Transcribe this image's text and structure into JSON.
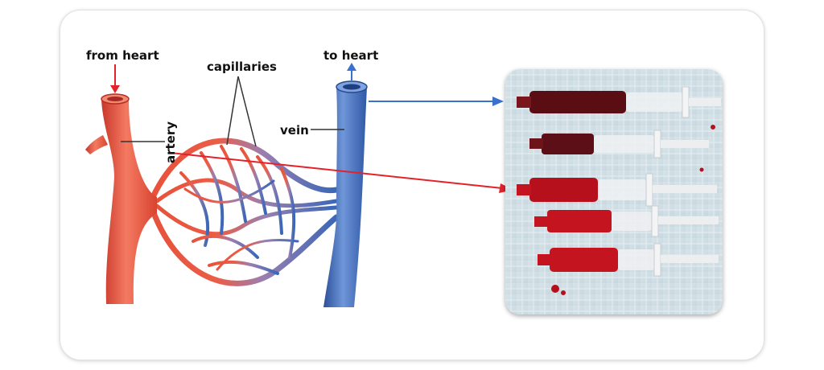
{
  "labels": {
    "from_heart": "from heart",
    "to_heart": "to heart",
    "capillaries": "capillaries",
    "vein": "vein",
    "artery": "artery"
  },
  "colors": {
    "artery": "#e8523b",
    "vein": "#3a67b7",
    "pointer_red": "#e5212a",
    "pointer_blue": "#3a71cf",
    "venous_blood": "#5a0e14",
    "arterial_blood": "#c4141f"
  },
  "photo": {
    "subject": "syringes-with-blood",
    "syringe_count": 5
  }
}
